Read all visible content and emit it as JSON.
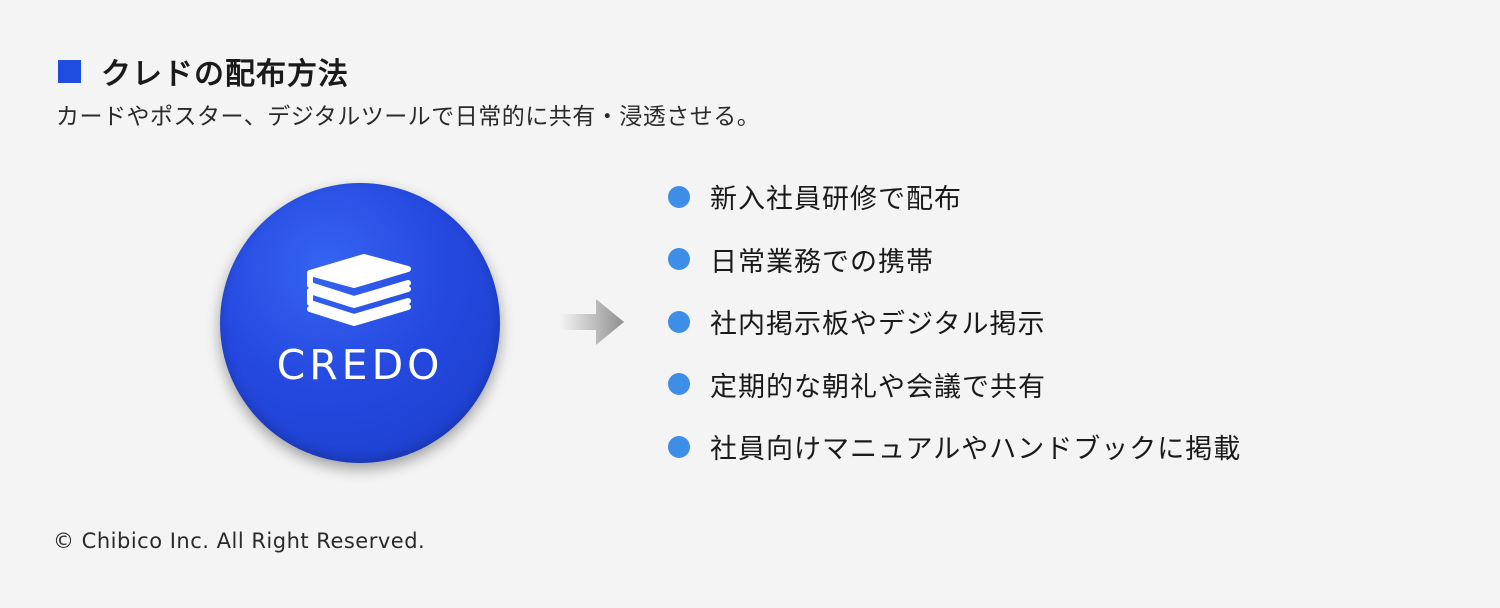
{
  "header": {
    "title": "クレドの配布方法",
    "subtitle": "カードやポスター、デジタルツールで日常的に共有・浸透させる。"
  },
  "badge": {
    "label": "CREDO",
    "icon": "stacked-books-icon",
    "color": "#2549df"
  },
  "accent_color": "#1f4de0",
  "bullet_color": "#3e8ee8",
  "items": [
    "新入社員研修で配布",
    "日常業務での携帯",
    "社内掲示板やデジタル掲示",
    "定期的な朝礼や会議で共有",
    "社員向けマニュアルやハンドブックに掲載"
  ],
  "footer": {
    "copyright": "© Chibico Inc. All Right Reserved."
  }
}
